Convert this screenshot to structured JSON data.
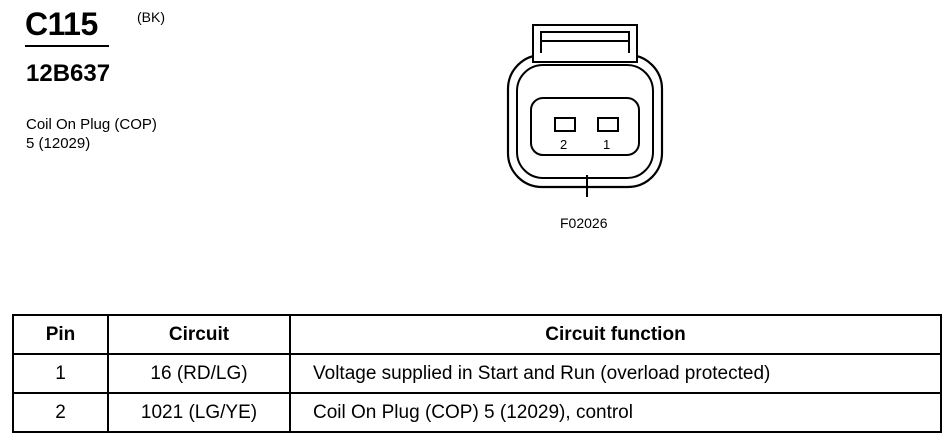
{
  "connector": {
    "id": "C115",
    "color": "(BK)",
    "part_number": "12B637",
    "component_line1": "Coil On Plug (COP)",
    "component_line2": "5 (12029)"
  },
  "diagram": {
    "pin_labels": [
      "2",
      "1"
    ],
    "figure_id": "F02026"
  },
  "table": {
    "headers": {
      "pin": "Pin",
      "circuit": "Circuit",
      "function": "Circuit function"
    },
    "rows": [
      {
        "pin": "1",
        "circuit": "16 (RD/LG)",
        "function": "Voltage supplied in Start and Run (overload protected)"
      },
      {
        "pin": "2",
        "circuit": "1021 (LG/YE)",
        "function": "Coil On Plug (COP) 5 (12029), control"
      }
    ]
  }
}
